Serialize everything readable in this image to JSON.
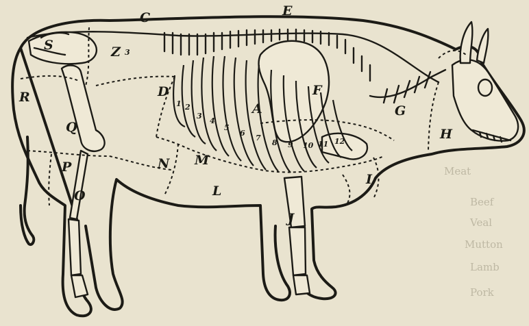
{
  "diagram": {
    "cut_labels": {
      "A": "A",
      "C": "C",
      "D": "D",
      "E": "E",
      "F": "F",
      "G": "G",
      "H": "H",
      "I": "I",
      "J": "J",
      "L": "L",
      "M": "M",
      "N": "N",
      "O": "O",
      "P": "P",
      "Q": "Q",
      "R": "R",
      "S": "S",
      "Z": "Z"
    },
    "small_labels": {
      "z3": "3",
      "ribs": [
        "1",
        "2",
        "3",
        "4",
        "5",
        "6",
        "7",
        "8",
        "9",
        "10",
        "11",
        "12"
      ]
    },
    "bleed_through_text": [
      "Meat",
      "Beef",
      "Veal",
      "Mutton",
      "Lamb",
      "Pork"
    ]
  }
}
